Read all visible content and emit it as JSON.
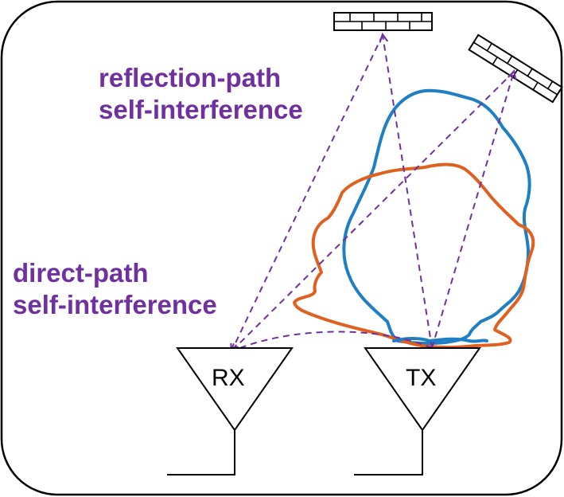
{
  "labels": {
    "reflection_path": [
      "reflection-path",
      "self-interference"
    ],
    "direct_path": [
      "direct-path",
      "self-interference"
    ]
  },
  "antennas": {
    "rx": "RX",
    "tx": "TX"
  },
  "colors": {
    "interference_arrows": "#7030a0",
    "tx_pattern_blue": "#1f7fc4",
    "rx_pattern_orange": "#e06020",
    "outline": "#000000"
  },
  "elements": {
    "reflectors": [
      "brick-wall-reflector",
      "brick-wall-reflector"
    ],
    "radiation_patterns": [
      "blue",
      "orange"
    ]
  }
}
